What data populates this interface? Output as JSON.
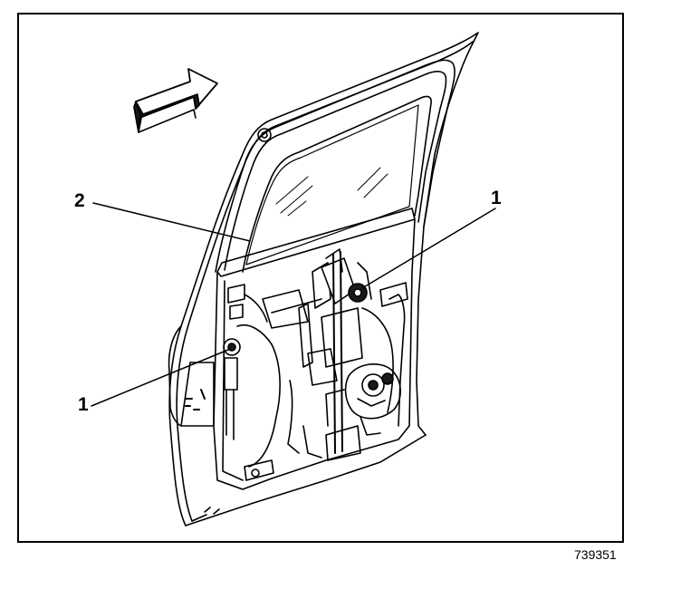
{
  "diagram": {
    "callouts": [
      {
        "id": "window-regulator-bolt-upper",
        "label": "1"
      },
      {
        "id": "window-glass",
        "label": "2"
      },
      {
        "id": "window-regulator-bolt-lower",
        "label": "1"
      }
    ],
    "figure_number": "739351",
    "arrow_direction": "front-of-vehicle",
    "colors": {
      "line": "#000000",
      "background": "#ffffff",
      "arrow_fill": "#1a1a1a"
    }
  }
}
